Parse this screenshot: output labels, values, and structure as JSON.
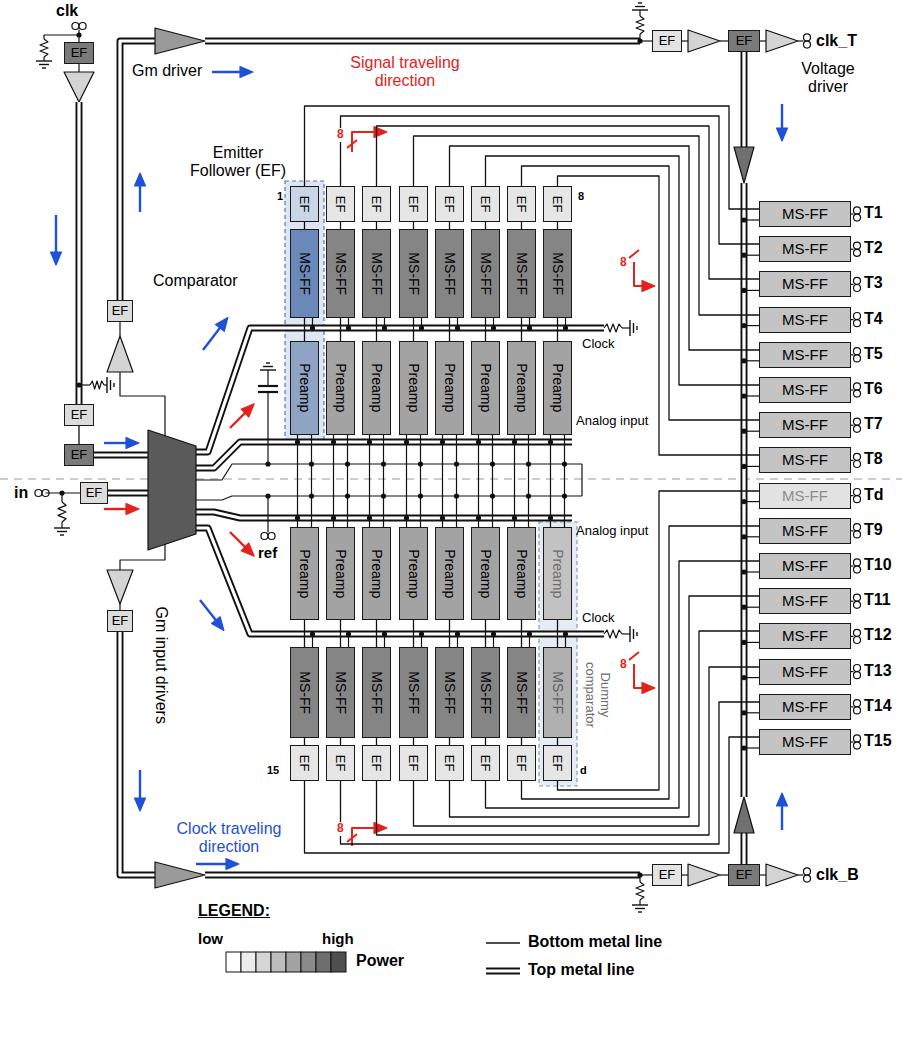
{
  "diagram": {
    "nodes": [
      {
        "text": [
          "EF"
        ]
      },
      {
        "text": [
          "EF"
        ]
      },
      {
        "text": [
          "EF"
        ]
      },
      {
        "text": [
          "EF"
        ]
      },
      {
        "text": [
          "EF"
        ]
      },
      {
        "text": [
          "EF"
        ]
      },
      {
        "text": [
          "EF"
        ]
      },
      {
        "text": [
          "EF"
        ]
      },
      {
        "text": [
          "EF"
        ]
      },
      {
        "text": [
          "EF"
        ]
      },
      {
        "text": [
          "EF"
        ]
      },
      {
        "text": [
          "MS-FF"
        ]
      },
      {
        "text": [
          "MS-FF"
        ]
      },
      {
        "text": [
          "MS-FF"
        ]
      },
      {
        "text": [
          "MS-FF"
        ]
      },
      {
        "text": [
          "MS-FF"
        ]
      },
      {
        "text": [
          "MS-FF"
        ]
      },
      {
        "text": [
          "MS-FF"
        ]
      },
      {
        "text": [
          "MS-FF"
        ]
      },
      {
        "text": [
          "Preamp"
        ]
      },
      {
        "text": [
          "Preamp"
        ]
      },
      {
        "text": [
          "Preamp"
        ]
      },
      {
        "text": [
          "Preamp"
        ]
      },
      {
        "text": [
          "Preamp"
        ]
      },
      {
        "text": [
          "Preamp"
        ]
      },
      {
        "text": [
          "Preamp"
        ]
      },
      {
        "text": [
          "Preamp"
        ]
      },
      {
        "text": [
          "MS-FF"
        ]
      },
      {
        "text": [
          "MS-FF"
        ]
      },
      {
        "text": [
          "MS-FF"
        ]
      },
      {
        "text": [
          "MS-FF"
        ]
      },
      {
        "text": [
          "MS-FF"
        ]
      },
      {
        "text": [
          "MS-FF"
        ]
      },
      {
        "text": [
          "MS-FF"
        ]
      },
      {
        "text": [
          "MS-FF"
        ]
      },
      {
        "text": [
          "MS-FF"
        ]
      },
      {
        "text": [
          "MS-FF"
        ]
      },
      {
        "text": [
          "MS-FF"
        ]
      },
      {
        "text": [
          "MS-FF"
        ]
      },
      {
        "text": [
          "MS-FF"
        ]
      },
      {
        "text": [
          "MS-FF"
        ]
      },
      {
        "text": [
          "MS-FF"
        ]
      },
      {
        "text": [
          "MS-FF"
        ]
      },
      {
        "text": [
          "EF"
        ]
      },
      {
        "text": [
          "EF"
        ]
      },
      {
        "text": [
          "EF"
        ]
      },
      {
        "text": [
          "EF"
        ]
      },
      {
        "text": [
          "EF"
        ]
      },
      {
        "text": [
          "Preamp"
        ]
      },
      {
        "text": [
          "Preamp"
        ]
      },
      {
        "text": [
          "Preamp"
        ]
      },
      {
        "text": [
          "Preamp"
        ]
      },
      {
        "text": [
          "Preamp"
        ]
      },
      {
        "text": [
          "Preamp"
        ]
      },
      {
        "text": [
          "Preamp"
        ]
      },
      {
        "text": [
          "Preamp"
        ]
      },
      {
        "text": [
          "MS-FF"
        ]
      },
      {
        "text": [
          "MS-FF"
        ]
      },
      {
        "text": [
          "MS-FF"
        ]
      },
      {
        "text": [
          "MS-FF"
        ]
      },
      {
        "text": [
          "MS-FF"
        ]
      },
      {
        "text": [
          "MS-FF"
        ]
      },
      {
        "text": [
          "MS-FF"
        ]
      },
      {
        "text": [
          "MS-FF"
        ]
      },
      {
        "text": [
          "EF"
        ]
      },
      {
        "text": [
          "EF"
        ]
      },
      {
        "text": [
          "EF"
        ]
      },
      {
        "text": [
          "EF"
        ]
      },
      {
        "text": [
          "EF"
        ]
      },
      {
        "text": [
          "EF"
        ]
      },
      {
        "text": [
          "EF"
        ]
      },
      {
        "text": [
          "EF"
        ]
      },
      {
        "text": [
          "EF"
        ]
      },
      {
        "text": [
          "EF"
        ]
      }
    ],
    "edges": [
      {
        "from": 19,
        "to": 11,
        "arrow": "none"
      },
      {
        "from": 11,
        "to": 3,
        "arrow": "none"
      },
      {
        "from": 20,
        "to": 12,
        "arrow": "none"
      },
      {
        "from": 12,
        "to": 4,
        "arrow": "none"
      },
      {
        "from": 21,
        "to": 13,
        "arrow": "none"
      },
      {
        "from": 13,
        "to": 5,
        "arrow": "none"
      },
      {
        "from": 22,
        "to": 14,
        "arrow": "none"
      },
      {
        "from": 14,
        "to": 6,
        "arrow": "none"
      },
      {
        "from": 23,
        "to": 15,
        "arrow": "none"
      },
      {
        "from": 15,
        "to": 7,
        "arrow": "none"
      },
      {
        "from": 24,
        "to": 16,
        "arrow": "none"
      },
      {
        "from": 16,
        "to": 8,
        "arrow": "none"
      },
      {
        "from": 25,
        "to": 17,
        "arrow": "none"
      },
      {
        "from": 17,
        "to": 9,
        "arrow": "none"
      },
      {
        "from": 26,
        "to": 18,
        "arrow": "none"
      },
      {
        "from": 18,
        "to": 10,
        "arrow": "none"
      },
      {
        "from": 3,
        "to": 27,
        "arrow": "none"
      },
      {
        "from": 4,
        "to": 28,
        "arrow": "none"
      },
      {
        "from": 5,
        "to": 29,
        "arrow": "none"
      },
      {
        "from": 6,
        "to": 30,
        "arrow": "none"
      },
      {
        "from": 7,
        "to": 31,
        "arrow": "none"
      },
      {
        "from": 8,
        "to": 32,
        "arrow": "none"
      },
      {
        "from": 9,
        "to": 33,
        "arrow": "none"
      },
      {
        "from": 10,
        "to": 34,
        "arrow": "none"
      },
      {
        "from": 48,
        "to": 56,
        "arrow": "none"
      },
      {
        "from": 56,
        "to": 64,
        "arrow": "none"
      },
      {
        "from": 49,
        "to": 57,
        "arrow": "none"
      },
      {
        "from": 57,
        "to": 65,
        "arrow": "none"
      },
      {
        "from": 50,
        "to": 58,
        "arrow": "none"
      },
      {
        "from": 58,
        "to": 66,
        "arrow": "none"
      },
      {
        "from": 51,
        "to": 59,
        "arrow": "none"
      },
      {
        "from": 59,
        "to": 67,
        "arrow": "none"
      },
      {
        "from": 52,
        "to": 60,
        "arrow": "none"
      },
      {
        "from": 60,
        "to": 68,
        "arrow": "none"
      },
      {
        "from": 53,
        "to": 61,
        "arrow": "none"
      },
      {
        "from": 61,
        "to": 69,
        "arrow": "none"
      },
      {
        "from": 54,
        "to": 62,
        "arrow": "none"
      },
      {
        "from": 62,
        "to": 70,
        "arrow": "none"
      },
      {
        "from": 55,
        "to": 63,
        "arrow": "none"
      },
      {
        "from": 63,
        "to": 71,
        "arrow": "none"
      },
      {
        "from": 64,
        "to": 42,
        "arrow": "none"
      },
      {
        "from": 65,
        "to": 41,
        "arrow": "none"
      },
      {
        "from": 66,
        "to": 40,
        "arrow": "none"
      },
      {
        "from": 67,
        "to": 39,
        "arrow": "none"
      },
      {
        "from": 68,
        "to": 38,
        "arrow": "none"
      },
      {
        "from": 69,
        "to": 37,
        "arrow": "none"
      },
      {
        "from": 70,
        "to": 36,
        "arrow": "none"
      },
      {
        "from": 71,
        "to": 35,
        "arrow": "none"
      },
      {
        "from": 44,
        "to": 45,
        "arrow": "none"
      }
    ],
    "labels": [
      "clk",
      "Gm driver",
      "Signal traveling direction",
      "8",
      "Voltage driver",
      "clk_T",
      "Emitter Follower (EF)",
      "1",
      "8",
      "Comparator",
      "8",
      "T1",
      "T2",
      "T3",
      "T4",
      "T5",
      "T6",
      "T7",
      "T8",
      "Clock",
      "Analog input",
      "in",
      "Td",
      "T9",
      "T10",
      "T11",
      "T12",
      "T13",
      "T14",
      "T15",
      "Analog input",
      "ref",
      "Clock",
      "Gm input drivers",
      "8",
      "Dummy comparator",
      "15",
      "d",
      "8",
      "Clock traveling direction",
      "clk_B",
      "LEGEND:",
      "low",
      "high"
    ],
    "legend": [
      {
        "text": "Power"
      },
      {
        "text": "Bottom metal line"
      },
      {
        "text": "Top metal line"
      }
    ]
  }
}
